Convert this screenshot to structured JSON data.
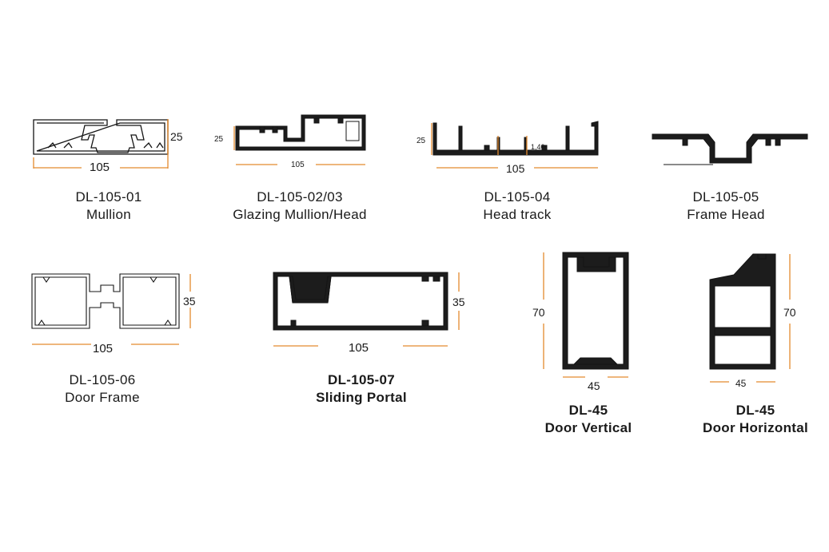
{
  "colors": {
    "profile_stroke": "#141414",
    "profile_fill_dark": "#1c1c1c",
    "profile_fill_light": "#ffffff",
    "dimension_line": "#e38a2e",
    "text": "#1a1a1a"
  },
  "profiles": [
    {
      "code": "DL-105-01",
      "name": "Mullion",
      "width_label": "105",
      "height_label": "25"
    },
    {
      "code": "DL-105-02/03",
      "name": "Glazing Mullion/Head",
      "width_label": "105",
      "height_label": "25"
    },
    {
      "code": "DL-105-04",
      "name": "Head track",
      "width_label": "105",
      "height_label": "25",
      "extra_label": "1,40"
    },
    {
      "code": "DL-105-05",
      "name": "Frame Head"
    },
    {
      "code": "DL-105-06",
      "name": "Door Frame",
      "width_label": "105",
      "height_label": "35"
    },
    {
      "code": "DL-105-07",
      "name": "Sliding Portal",
      "width_label": "105",
      "height_label": "35"
    },
    {
      "code": "DL-45",
      "name": "Door Vertical",
      "width_label": "45",
      "height_label": "70"
    },
    {
      "code": "DL-45",
      "name": "Door Horizontal",
      "width_label": "45",
      "height_label": "70"
    }
  ]
}
